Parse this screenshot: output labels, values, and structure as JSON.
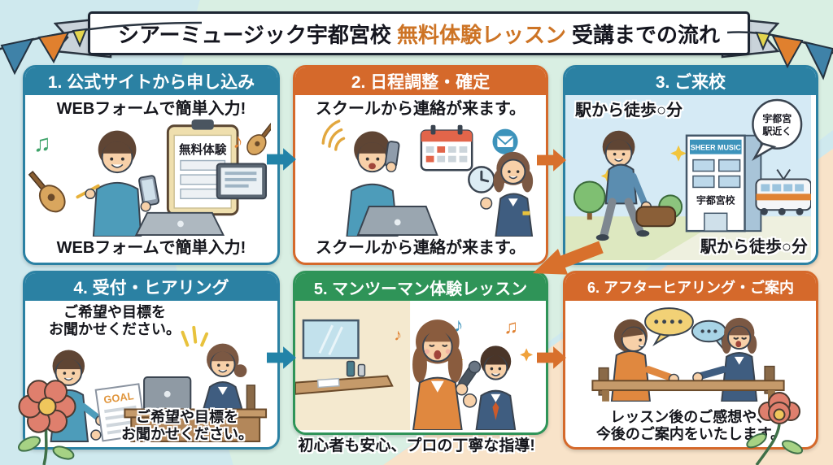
{
  "title": {
    "part1": "シアーミュージック宇都宮校",
    "highlight": "無料体験レッスン",
    "part2": "受講までの流れ"
  },
  "colors": {
    "blue": "#2b81a3",
    "orange": "#d5692b",
    "green": "#2f9458",
    "highlight": "#cd7425",
    "arrow_blue": "#2283a8",
    "arrow_orange": "#d8702c"
  },
  "steps": [
    {
      "header": "1. 公式サイトから申し込み",
      "caption_top": "WEBフォームで簡単入力!",
      "caption_bottom": "WEBフォームで簡単入力!",
      "clipboard_title": "無料体験"
    },
    {
      "header": "2. 日程調整・確定",
      "caption_top": "スクールから連絡が来ます。",
      "caption_bottom": "スクールから連絡が来ます。"
    },
    {
      "header": "3. ご来校",
      "caption_top": "駅から徒歩○分",
      "caption_bottom": "駅から徒歩○分",
      "building_sign": "SHEER MUSIC",
      "building_name": "宇都宮校",
      "bubble_line1": "宇都宮",
      "bubble_line2": "駅近く"
    },
    {
      "header": "4. 受付・ヒアリング",
      "caption_top": "ご希望や目標を\nお聞かせください。",
      "caption_bottom": "ご希望や目標を\nお聞かせください。",
      "goal_label": "GOAL"
    },
    {
      "header": "5. マンツーマン体験レッスン",
      "caption_below": "初心者も安心、プロの丁寧な指導!"
    },
    {
      "header": "6. アフターヒアリング・ご案内",
      "caption_bottom": "レッスン後のご感想や、\n今後のご案内をいたします。"
    }
  ]
}
